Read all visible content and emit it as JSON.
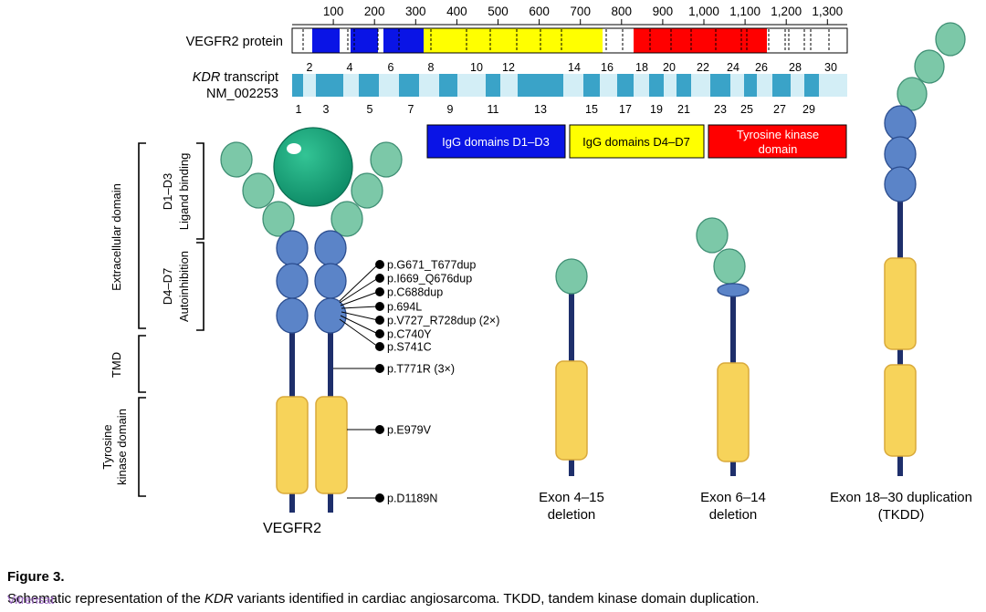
{
  "ruler": {
    "ticks": [
      "100",
      "200",
      "300",
      "400",
      "500",
      "600",
      "700",
      "800",
      "900",
      "1,000",
      "1,100",
      "1,200",
      "1,300"
    ]
  },
  "protein": {
    "label": "VEGFR2 protein"
  },
  "transcript": {
    "gene": "KDR",
    "label_suffix": "transcript",
    "accession": "NM_002253",
    "exons_top": [
      "2",
      "4",
      "6",
      "8",
      "10",
      "12",
      "14",
      "16",
      "18",
      "20",
      "22",
      "24",
      "26",
      "28",
      "30"
    ],
    "exons_bottom": [
      "1",
      "3",
      "5",
      "7",
      "9",
      "11",
      "13",
      "15",
      "17",
      "19",
      "21",
      "23",
      "25",
      "27",
      "29"
    ]
  },
  "legend": {
    "d1d3": "IgG domains D1–D3",
    "d4d7": "IgG domains D4–D7",
    "tk_line1": "Tyrosine kinase",
    "tk_line2": "domain"
  },
  "domain_labels": {
    "extracellular": "Extracellular domain",
    "d1d3_a": "D1–D3",
    "d1d3_b": "Ligand binding",
    "d4d7_a": "D4–D7",
    "d4d7_b": "Autoinhibition",
    "tmd": "TMD",
    "tk_a": "Tyrosine",
    "tk_b": "kinase domain"
  },
  "mutations": [
    "p.G671_T677dup",
    "p.I669_Q676dup",
    "p.C688dup",
    "p.694L",
    "p.V727_R728dup (2×)",
    "p.C740Y",
    "p.S741C",
    "p.T771R (3×)",
    "p.E979V",
    "p.D1189N"
  ],
  "variants": {
    "wt": "VEGFR2",
    "v1_a": "Exon 4–15",
    "v1_b": "deletion",
    "v2_a": "Exon 6–14",
    "v2_b": "deletion",
    "v3_a": "Exon 18–30 duplication",
    "v3_b": "(TKDD)"
  },
  "figure": {
    "label": "Figure 3.",
    "caption_pre": "Schematic representation of the ",
    "caption_gene": "KDR",
    "caption_post": " variants identified in cardiac angiosarcoma. TKDD, tandem kinase domain duplication.",
    "overlay": "Vitrensat"
  },
  "colors": {
    "d1d3": "#0a14e6",
    "d4d7": "#ffff00",
    "tk": "#ff0000",
    "exon": "#3aa3c8",
    "intron": "#d3eef6",
    "ig_green": "#7cc8a8",
    "ig_blue": "#5b84c8",
    "kinase": "#f7d35a",
    "stem": "#1e2f6b",
    "ligand": "#1aa880"
  }
}
